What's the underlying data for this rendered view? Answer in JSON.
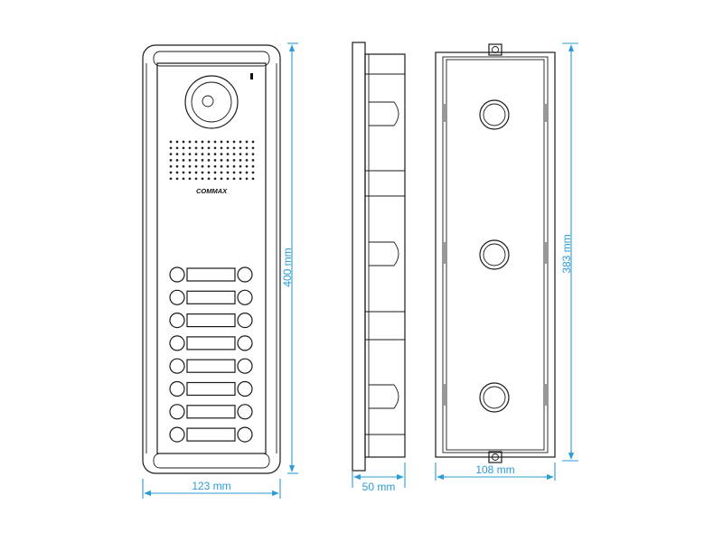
{
  "brand": "COMMAX",
  "front_view": {
    "button_rows": 8,
    "speaker_grill": {
      "rows": 7,
      "cols": 14
    }
  },
  "back_view": {
    "mounting_holes": 3
  },
  "dimensions": {
    "front_width": "123 mm",
    "front_height": "400 mm",
    "side_depth": "50 mm",
    "back_width": "108 mm",
    "back_height": "383 mm"
  },
  "colors": {
    "outline": "#1a1a1a",
    "dimension": "#2a9bd7"
  }
}
